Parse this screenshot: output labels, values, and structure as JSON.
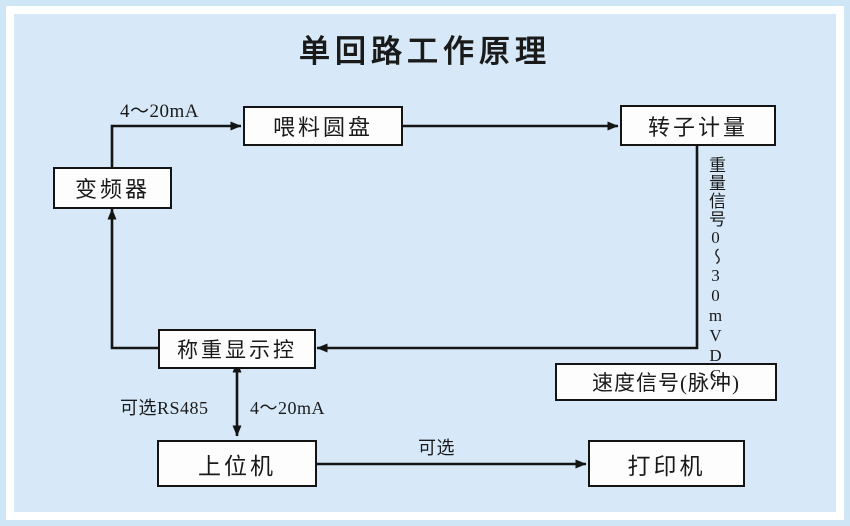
{
  "diagram": {
    "title": "单回路工作原理",
    "background_color": "#d7e9f9",
    "frame_color": "#ffffff",
    "node_fill": "#fdfdfd",
    "line_color": "#141414",
    "nodes": [
      {
        "id": "inverter",
        "label": "变频器"
      },
      {
        "id": "feed-disc",
        "label": "喂料圆盘"
      },
      {
        "id": "rotor-meter",
        "label": "转子计量"
      },
      {
        "id": "weigh-display",
        "label": "称重显示控"
      },
      {
        "id": "speed-signal",
        "label": "速度信号(脉冲)"
      },
      {
        "id": "host-computer",
        "label": "上位机"
      },
      {
        "id": "printer",
        "label": "打印机"
      }
    ],
    "edge_labels": {
      "inverter_to_feed_disc": "4～20mA",
      "rotor_weight_signal": "重量信号0～30mVDC",
      "host_optional_rs485": "可选RS485",
      "host_current_loop": "4～20mA",
      "printer_optional": "可选"
    }
  }
}
